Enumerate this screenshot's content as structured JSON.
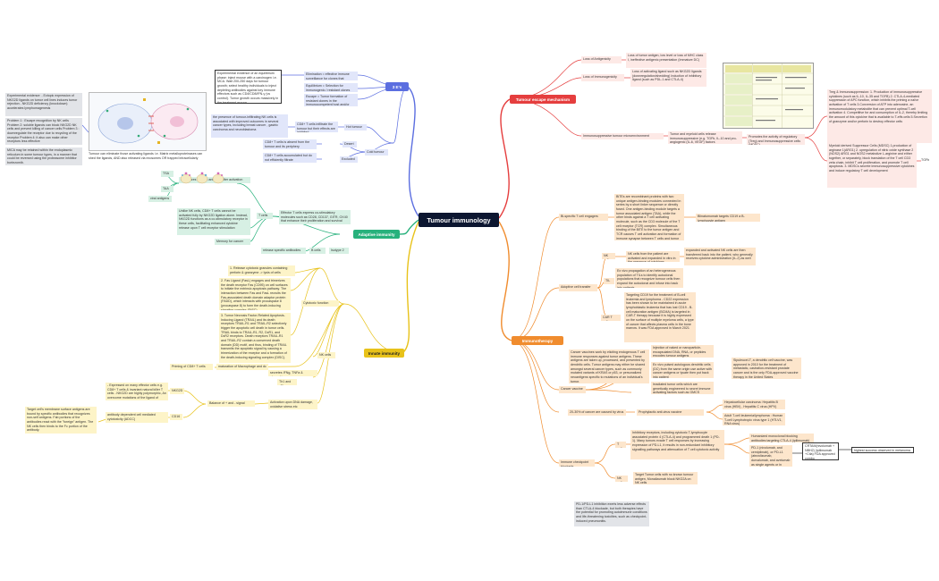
{
  "colors": {
    "hub": "#0c1630",
    "escape": "#e53e3e",
    "immunotherapy": "#f08c2e",
    "innate": "#e8c21a",
    "adaptive": "#27b17c",
    "three_es": "#5b6ee0"
  },
  "hub": {
    "title": "Tumour immunology"
  },
  "branches": {
    "escape": "Tumour escape mechanism",
    "immunotherapy": "Immunotherapy",
    "innate": "Innate immunity",
    "adaptive": "Adaptive immunity",
    "three_es": "3 E's"
  },
  "escape": {
    "loss_antigenicity": "Loss of Antigenicity",
    "loss_antigenicity_desc": "Loss of tumor antigen, low level or loss of MHC class I, ineffective antigenic presentation (Immature DC)",
    "loss_immunogenicity": "Loss of Immunogenicity",
    "loss_immunogenicity_desc": "Loss of activating ligand such as NKG2D ligands (downregulation/shedding) Induction of inhibitory ligand (such as PDL-1 and CTLA-4)",
    "microenv": "Immunosuppressive tumour microenvironment",
    "microenv_desc": "Tumor and myeloid cells release immunosuppressive (e.g. TGFb, IL-10 and pro-angiogenic (IL-6, VEGF) factors",
    "promote": "Promotes the activity of regulatory (Treg) and Immunosuppressive cells (MDSC)",
    "treg_text": "Treg & Immunosuppression: 1. Production of immunosuppressive cytokines (such as IL-10, IL-35 and TGFB) 2. CTLA-4-mediated suppression of APC function, which inhibits the priming a naïve activation of T cells 3.Conversion of ATP into adenosine, an immunomodulatory metabolite that can prevent optimal T-cell activation 4. Competitive for and consumption of IL-2, thereby limiting the amount of this cytokine that is available to T-effs cells 5.Secretion of granzyme and/or perforin to destroy effector cells",
    "mdsc_text": "Myeloid derived Suppressor Cells (MDSC) 1.production of arginase 1(ARG1) 2. upregulation of nitric oxide synthase 2 (NOS2) ARG1 and NOS2 metabolize L-arginine and either together, or separately, block translation of the T cell CD3 zeta chain, inhibit T cell proliferation, and promote T cell apoptosis. 3. MDSCs secrete immunosuppressive cytokines and induce regulatory T cell development",
    "tgfb": "TGFb",
    "table_title": "Tumour escape summary"
  },
  "immuno": {
    "bispecific": "Bi-specific T cell engagers",
    "bite_desc": "BiTEs are recombinant proteins with two unique antigen-binding modules connected in series by a short linker sequence or directly fused. One antigen-binding module targets a tumor associated antigen (TAA), while the other binds against a T cell activating molecule, such as the CD3 molecule of the T cell receptor (TCR) complex. Simultaneous binding of the BiTE to the tumor antigen and TCR causes T cell activation and formation of immune synapse between T cells and tumor cells, inducing tumor cell lysis.",
    "blina": "Blinatumomab targets CD19 a B-lymphocyte antigen",
    "act": "Adoptive cell transfer",
    "nk": "NK cells",
    "nk_desc": "NK cells from the patient are activated and expanded in vitro in the presence of cytokines",
    "nk_desc2": "expanded and activated NK cells are then transferred back into the patient, who generally receives cytokine administration (IL-2) as well",
    "til": "TIL",
    "til_desc": "Ex vivo propagation of an heterogeneous population of TILs to identify autoclonal populations that recognize tumour cells then expand the autoclonal and infuse into back into patients",
    "car": "CAR T cells",
    "car_desc": "Targeting CD19 for the treatment of B-cell leukemia and lymphoma - CD22 expression has been shown to be maintained in acute lymphoblastic leukemia that has lost CD19 - B-cell maturation antigen (BCMA) is targeted in CAR-T therapy because it is highly expressed on the surface of multiple myeloma cells, a type of cancer that affects plasma cells in the bone marrow. It was FDA approved in March 2021",
    "vaccine": "Cancer vaccine",
    "vaccine_desc": "Cancer vaccines work by eliciting endogenous T cell immune responses against tumor antigens. These antigens are taken up, processed, and presented by dendritic cells. Tumor antigens may either be shared amongst several cancer types, such as commonly mutated variants of KRAS or p53, or personalized neoantigens specific to mutations of an individual's tumor.",
    "vacc1": "Injection of naked or nanoparticle-encapsulated DNA, RNA, or peptides encodes tumour antigens",
    "vacc2": "Ex vivo pulsed autologous dendritic cells (DC) from the same origin use active with cancer antigens or lysate then put back into patient",
    "vacc3": "Irradiated tumor cells which are genetically engineered to secret immune activating factors such as GMCS",
    "sipuleucel": "Sipuleucel-T, a dendritic cell vaccine, was approved in 2010 for the treatment of metastatic, castration-resistant prostate cancer and is the only FDA-approved vaccine therapy in the United States",
    "virus": "20-30% of cancer are caused by virus",
    "prophylactic": "Prophylactic anti-virus vaccine",
    "hcc": "Hepatocellular carcinoma: Hepatitis B virus (HBV) , Hepatitis C virus (HPV)",
    "atl": "Adult T-cell leukemia/lymphoma : Human T-cell Lymphotropic virus type 1 (HTLV1, RNA virus)",
    "checkpoint": "Immune checkpoint blockade",
    "tcell": "T cell",
    "tcell_desc": "Inhibitory receptors, including cytotoxic T-lymphocyte associated protein 4 (CTLA-4) and programmed death 1 (PD-1). Many tumors evade T cell responses by increasing expression of PD-L1, it results in non-redundant inhibitory signalling pathways and attenuation of T cell cytotoxic activity",
    "ctla4": "Humanized monoclonal blocking antibodies targeting CTLA-4 (ipilimumab)",
    "pd1": "PD-1 (nivolumab, and cemiplimab), or PD-L1 (atezolizumab, durvalumab, and avelumab as single agents or in combination with chemotherapies",
    "combo": "CRTAM(nivolumab + NBH2) (ipilimumab +Ctla) FDA approved combo",
    "highest": "highest success observed in melanoma",
    "nkcell": "NK cell",
    "nkcell_desc": "Target Tumor cells with no known tumour antigen, Monalizumab block NKG2A on NK cells",
    "note": "PD-1/PD-L1 inhibition exerts less adverse effects than CTLA-4 blockade, but both therapies have the potential for promoting autoimmune conditions and life-threatening toxicities, such as checkpoint-induced pneumonitis."
  },
  "innate": {
    "nk": "NK cells",
    "cyto_fn": "Cytotoxic function",
    "fn1": "1. Release cytotoxic granules containing perforin & granzyme -> lysis of cells",
    "fn2": "2. Fas Ligand (FasL) engages and trimerizes the death receptor Fas (CD95) on cell surfaces to initiate the extrinsic apoptosis pathway. The interaction between Fas and FasL recruits the Fas-associated death domain adaptor protein (FADD), which interacts with procaspase 8 (procaspase 8) to form the death-inducing signaling complex (DISC).",
    "fn3": "3. Tumor Necrosis Factor-Related Apoptosis-Inducing Ligand (TRAIL) and its death receptors TRAIL-R1 and TRAIL-R2 selectively trigger the apoptotic cell death in tumor cells. TRAIL binds to TRAIL-R1, R2, DcR1, and DcR2 receptors. Death receptors TRAIL-R1 and TRAIL-R2 contain a conserved death domain (DD) motif, and thus, binding of TRAIL transmits the apoptotic signal by causing a trimerization of the receptor and a formation of the death-inducing signaling complex (DISC).",
    "priming": "Priming of CD8+ T cells",
    "maturation": "maturation of Macrophage and dc",
    "secrete": "secretes IFNg, TNFa & chemokine",
    "th1": "Th1 and cTL",
    "balance": "Balance of + and - signal",
    "activation": "Activation upon DNA damage, oxidative stress etc",
    "nkg2d": "NKG2D",
    "nkg2d_desc": "- Expressed on many effector cells e.g. CD8+ T cells & invariant natural killer T cells - NKG2D are highly polymorphic, An overcome mutations of the ligand of pathogens",
    "cd16": "CD16",
    "cd16_desc": "antibody dependent cell mediated cytotoxicity (ADCC)",
    "target_desc": "Target cell's membrane surface antigens are bound by specific antibodies that recognizes non-self antigens. Fab portions of the antibodies react with the \"foreign\" antigen. The NK cells then binds to the Fc portion of the antibody."
  },
  "adaptive": {
    "tcells": "T cells",
    "effector": "Effector T cells express co-stimulatory molecules such as CD28, CD137, GITR, OX40 that enhance their proliferation and survival",
    "b_cells": "B cells",
    "isotype": "Isotype 2",
    "release_ab": "release specific antibodies",
    "memory": "Memory for cancer",
    "recognize": "recognizes specific antigens after activation",
    "unlike_nk": "Unlike NK cells, CD8+ T cells cannot be activated fully by NKG2D ligation alone. Instead, NKG2D functions as a co-stimulatory receptor in these cells, facilitating enhanced cytokine release upon T cell receptor stimulation",
    "tsa": "TSA",
    "taa": "TAA",
    "viral": "viral antigens"
  },
  "three_es": {
    "equilibrium_text": "Experimental evidence of an equilibrium phase: inject mouse with a carcinogen i.e. MCA. Wait 200-250 days for tumour growth; select healthy individuals to inject depleting antibodies against key immune effectors such as CD4/CD8/IFN-γ (vs control). Tumor growth occurs massively in the treatment groups",
    "elimination": "Elimination = effective immune surveillance for clones that express Tumor Specific Antigens",
    "equilibrium": "Equilibrium = Selection for immunogenic / resistant clones",
    "escape": "Escape = Tumor formation of resistant clones in the immunocompetent host and/or inhibition of immune responses",
    "hot": "Hot tumour",
    "hot_desc": "CD8+ T cells infiltrate the tumour but their effects are inhibited",
    "hot_evidence": "the presence of tumour-infiltrating NK cells is associated with improved outcomes in several cancer types, including breast cancer , gastric carcinoma and neuroblastoma",
    "cold": "Cold tumour",
    "desert": "Desert",
    "desert_desc": "CD8+ T cells is absent from the tumour and its periphery",
    "excluded": "Excluded",
    "excluded_desc": "CD8+ T cells accumulated but do not efficiently filtrate",
    "exp_evidence": "Experimental evidence: - Ectopic expression of NKG2D ligands on tumor cell lines induces tumor rejection - NKG2D deficiency (knockdown) accelerates lymphomagenesis",
    "problems": "Problem 1 : Escape recognition by NK cells Problem 2: soluble ligands can block NKG2D NK cells and prevent killing of cancer cells Problem 3 : downregulate the receptor due to recycling of the receptor Problem 4: it also can make other receptors less effective",
    "mica": "MICA may be retained within the endoplasmic reticulum in some tumour types, in a manner that could be reversed using the proteasome inhibitor bortezomib.",
    "shedding": "Tumour can eliminate those activating ligands i.e. Matrix metalloproteinases can shed the ligands, AND also released via exosomes OR trapped intracellularly"
  }
}
